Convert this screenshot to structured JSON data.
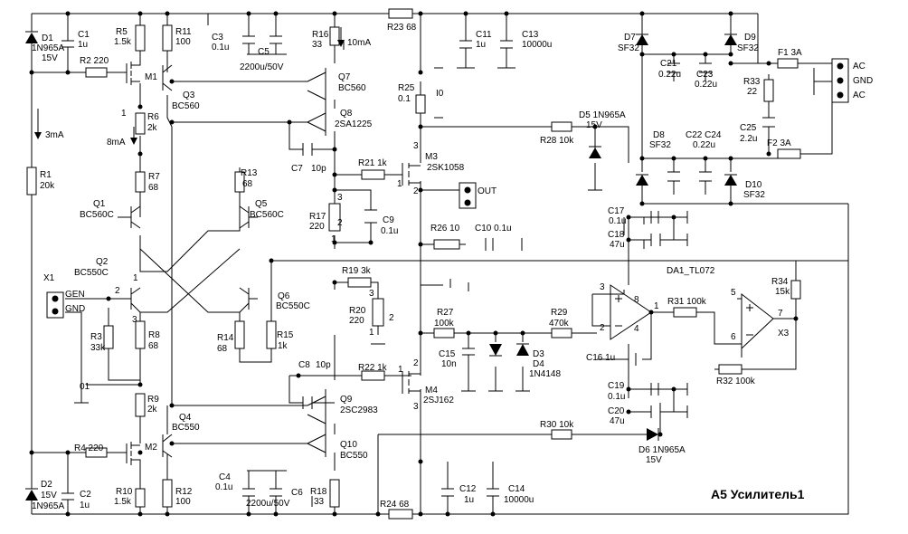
{
  "title": "A5 Усилитель1",
  "labels": {
    "D1": "D1",
    "D1v": "1N965A",
    "D1z": "15V",
    "C1": "C1",
    "C1v": "1u",
    "R5": "R5",
    "R5v": "1.5k",
    "R11": "R11",
    "R11v": "100",
    "C3": "C3",
    "C3v": "0.1u",
    "C5": "C5",
    "C5v": "2200u/50V",
    "R16": "R16",
    "R16v": "33",
    "I10": "10mA",
    "R23": "R23 68",
    "C11": "C11",
    "C11v": "1u",
    "C13": "C13",
    "C13v": "10000u",
    "D7": "D7",
    "D7v": "SF32",
    "D9": "D9",
    "D9v": "SF32",
    "F1": "F1 3A",
    "AC1": "AC",
    "GND": "GND",
    "AC2": "AC",
    "R2": "R2 220",
    "M1": "M1",
    "Q7": "Q7",
    "Q7v": "BC560",
    "Q3": "Q3",
    "Q3v": "BC560",
    "R25": "R25",
    "R25v": "0.1",
    "I0": "I0",
    "C21": "C21",
    "C21v": "0.22u",
    "C23": "C23",
    "C23v": "0.22u",
    "R33": "R33",
    "R33v": "22",
    "R6": "R6",
    "R6v": "2k",
    "I3": "3mA",
    "I8": "8mA",
    "Q8": "Q8",
    "Q8v": "2SA1225",
    "D5": "D5  1N965A",
    "D5z": "15V",
    "C25": "C25",
    "C25v": "2.2u",
    "R28": "R28 10k",
    "D8": "D8",
    "D8v": "SF32",
    "C22": "C22 C24",
    "C22v": "0.22u",
    "F2": "F2 3A",
    "C7": "C7",
    "C7v": "10p",
    "R1": "R1",
    "R1v": "20k",
    "R7": "R7",
    "R7v": "68",
    "R13": "R13",
    "R13v": "68",
    "R21": "R21 1k",
    "M3": "M3",
    "M3v": "2SK1058",
    "OUT": "OUT",
    "D10": "D10",
    "D10v": "SF32",
    "Q1": "Q1",
    "Q1v": "BC560C",
    "Q5": "Q5",
    "Q5v": "BC560C",
    "R17": "R17",
    "R17v": "220",
    "C9": "C9",
    "C9v": "0.1u",
    "C17": "C17",
    "C17v": "0.1u",
    "R26": "R26 10",
    "C10": "C10 0.1u",
    "C18": "C18",
    "C18v": "47u",
    "Q2": "Q2",
    "Q2v": "BC550C",
    "X1": "X1",
    "R19": "R19 3k",
    "DA1": "DA1_TL072",
    "GEN": "GEN",
    "GNDin": "GND",
    "R20": "R20",
    "R20v": "220",
    "Q6": "Q6",
    "Q6v": "BC550C",
    "R34": "R34",
    "R34v": "15k",
    "R27": "R27",
    "R27v": "100k",
    "R29": "R29",
    "R29v": "470k",
    "R31": "R31 100k",
    "R3": "R3",
    "R3v": "33k",
    "R8": "R8",
    "R8v": "68",
    "R14": "R14",
    "R14v": "68",
    "R15": "R15",
    "R15v": "1k",
    "C15": "C15",
    "C15v": "10n",
    "D3": "D3",
    "D4": "D4",
    "D4v": "1N4148",
    "X3": "X3",
    "C16": "C16 1u",
    "R32": "R32 100k",
    "C8": "C8",
    "C8v": "10p",
    "R22": "R22 1k",
    "M4": "M4",
    "M4v": "2SJ162",
    "C19": "C19",
    "C19v": "0.1u",
    "C20": "C20",
    "C20v": "47u",
    "R9": "R9",
    "R9v": "2k",
    "Q4": "Q4",
    "Q4v": "BC550",
    "Q9": "Q9",
    "Q9v": "2SC2983",
    "R30": "R30 10k",
    "R4": "R4 220",
    "M2": "M2",
    "Q10": "Q10",
    "Q10v": "BC550",
    "D6": "D6 1N965A",
    "D6z": "15V",
    "C12": "C12",
    "C12v": "1u",
    "C14": "C14",
    "C14v": "10000u",
    "C4": "C4",
    "C4v": "0.1u",
    "C6": "C6",
    "C6v": "2200u/50V",
    "D2": "D2",
    "D2z": "15V",
    "D2v": "1N965A",
    "C2": "C2",
    "C2v": "1u",
    "R10": "R10",
    "R10v": "1.5k",
    "R12": "R12",
    "R12v": "100",
    "R18": "R18",
    "R18v": "33",
    "R24": "R24  68",
    "n01": "01",
    "p1": "1",
    "p2": "2",
    "p3": "3",
    "p4": "4",
    "p5": "5",
    "p6": "6",
    "p7": "7",
    "p8": "8"
  }
}
